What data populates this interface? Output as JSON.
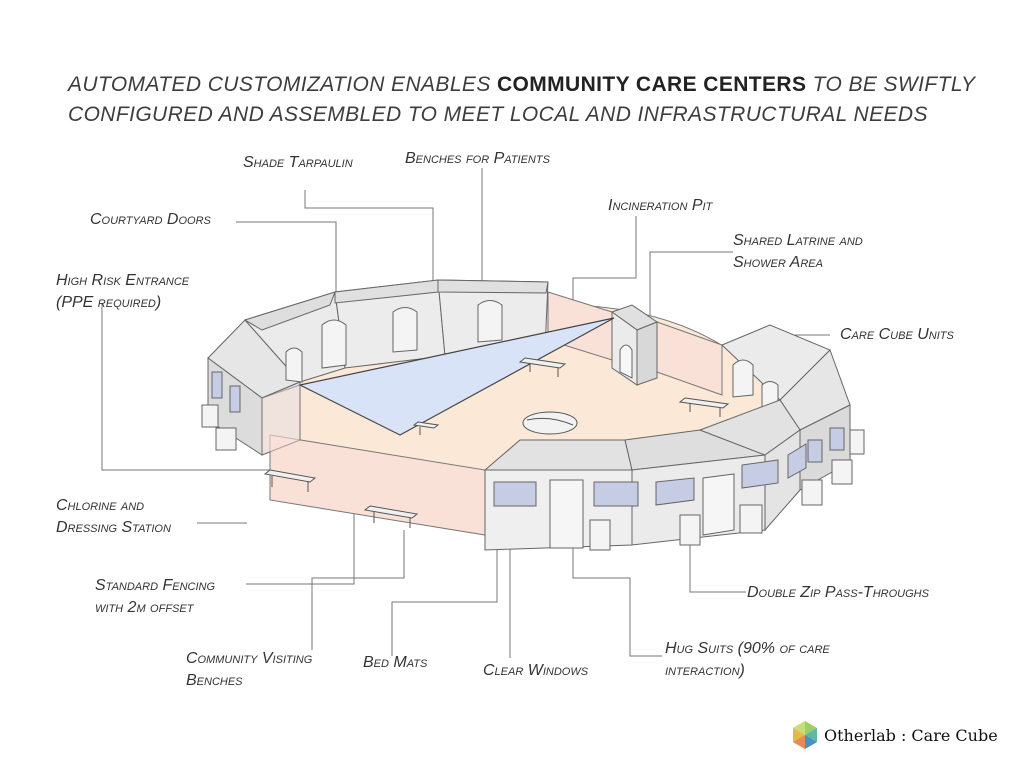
{
  "headline": {
    "before": "Automated customization enables ",
    "bold": "Community Care Centers",
    "after": " to be swiftly configured and assembled to meet local and infrastructural needs"
  },
  "labels": {
    "shade_tarpaulin": "Shade Tarpaulin",
    "benches_for_patients": "Benches for Patients",
    "incineration_pit": "Incineration Pit",
    "courtyard_doors": "Courtyard Doors",
    "shared_latrine_1": "Shared Latrine and",
    "shared_latrine_2": "Shower Area",
    "high_risk_1": "High Risk Entrance",
    "high_risk_2": "(PPE required)",
    "care_cube_units": "Care Cube Units",
    "chlorine_1": "Chlorine and",
    "chlorine_2": "Dressing Station",
    "fencing_1": "Standard Fencing",
    "fencing_2": "with 2m offset",
    "double_zip": "Double Zip Pass-Throughs",
    "community_1": "Community Visiting",
    "community_2": "Benches",
    "bed_mats": "Bed Mats",
    "clear_windows": "Clear Windows",
    "hug_suits_1": "Hug Suits (90% of care",
    "hug_suits_2": "interaction)"
  },
  "logo": {
    "icon": "otherlab-logo-icon",
    "text": "Otherlab : Care Cube"
  },
  "colors": {
    "wall": "#e8e8e8",
    "wall_dark": "#d4d4d4",
    "courtyard": "#fbe8d6",
    "fence": "#f9e1d8",
    "tarp": "#d8e3f8",
    "window": "#c6cce4",
    "line": "#666666"
  }
}
